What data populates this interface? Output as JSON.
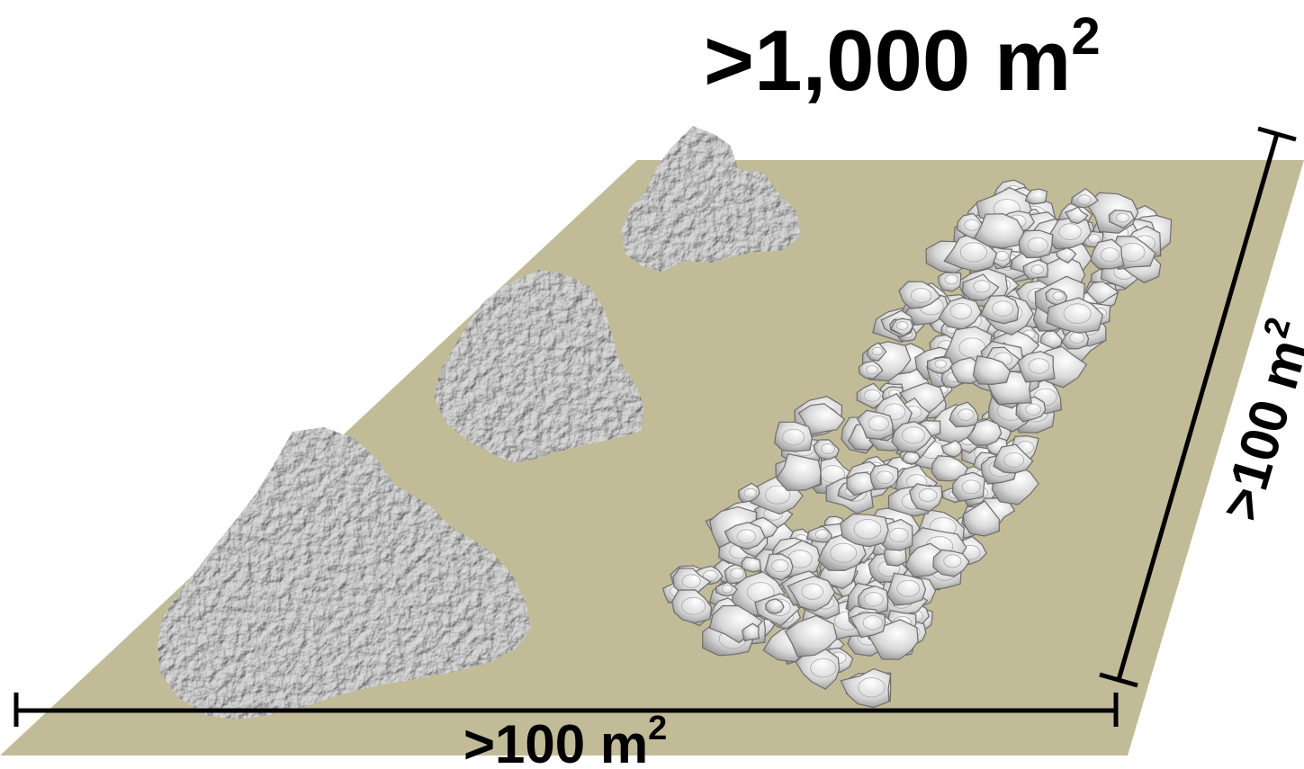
{
  "labels": {
    "total_area": {
      "text": ">1,000 m",
      "superscript": "2"
    },
    "bottom_dimension": {
      "text": ">100 m",
      "superscript": "2"
    },
    "right_dimension": {
      "text": ">100 m",
      "superscript": "2"
    }
  },
  "colors": {
    "ground": "#c2bb98",
    "reef_mound": "#8a8a8a",
    "shell": "#e6e6e6",
    "dimension_line": "#000000"
  },
  "elements": {
    "rock_mounds": 3,
    "shell_bed": 1
  }
}
